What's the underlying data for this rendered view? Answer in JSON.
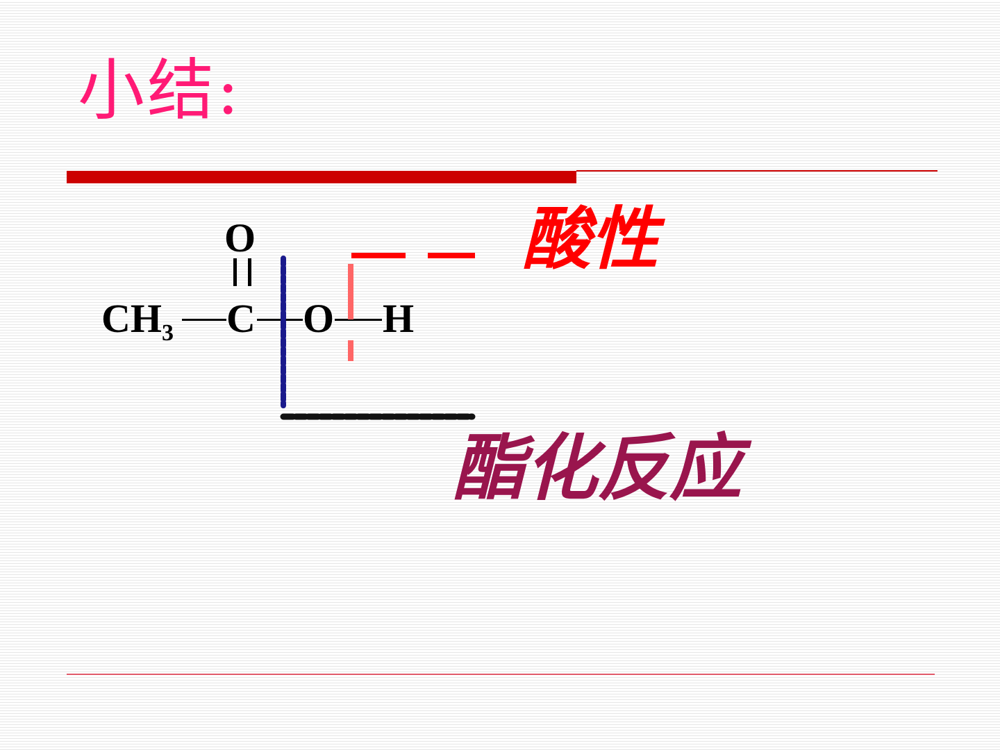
{
  "slide": {
    "title": "小结:",
    "colors": {
      "title": "#ff1a75",
      "rule": "#cc0000",
      "acid_label": "#ff0000",
      "ester_label": "#99154d",
      "acid_cleavage": "#ff0000",
      "ester_cleavage": "#1a1a8c"
    }
  },
  "formula": {
    "carbonyl_o": "O",
    "ch3": "CH",
    "ch3_subscript": "3",
    "carbon": "C",
    "hydroxyl_o": "O",
    "hydrogen": "H"
  },
  "labels": {
    "acidity": "酸性",
    "esterification": "酯化反应"
  }
}
